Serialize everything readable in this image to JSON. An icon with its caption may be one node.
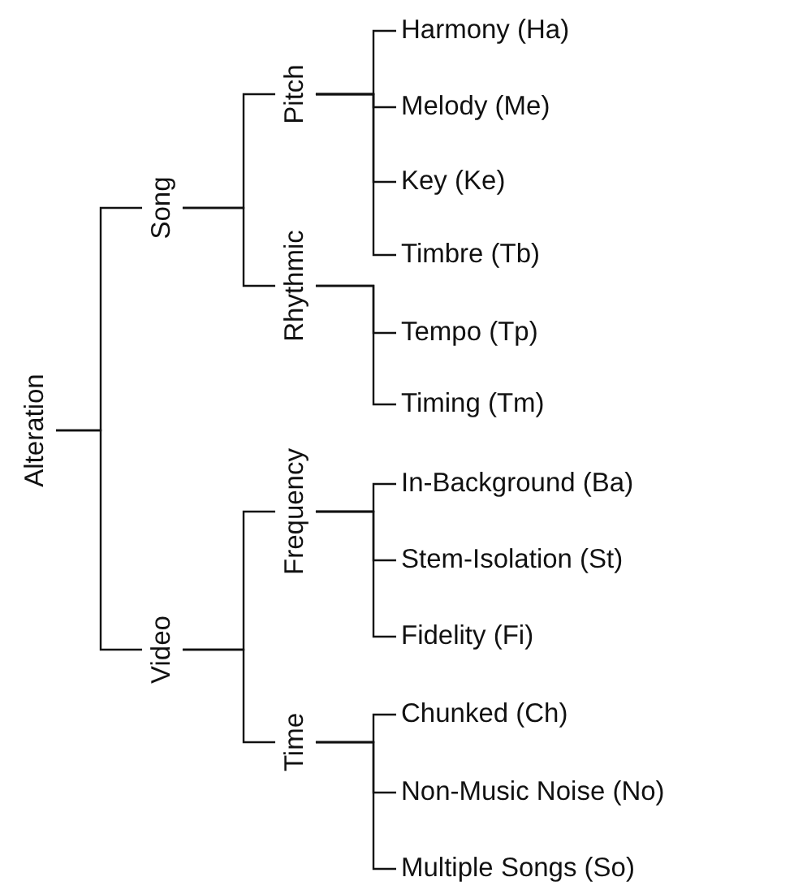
{
  "diagram": {
    "nodes": [
      {
        "text": [
          "Alteration"
        ]
      },
      {
        "text": [
          "Song"
        ]
      },
      {
        "text": [
          "Pitch"
        ]
      },
      {
        "text": [
          "Harmony (Ha)"
        ]
      },
      {
        "text": [
          "Melody (Me)"
        ]
      },
      {
        "text": [
          "Key (Ke)"
        ]
      },
      {
        "text": [
          "Timbre (Tb)"
        ]
      },
      {
        "text": [
          "Rhythmic"
        ]
      },
      {
        "text": [
          "Tempo (Tp)"
        ]
      },
      {
        "text": [
          "Timing (Tm)"
        ]
      },
      {
        "text": [
          "Video"
        ]
      },
      {
        "text": [
          "Frequency"
        ]
      },
      {
        "text": [
          "In-Background (Ba)"
        ]
      },
      {
        "text": [
          "Stem-Isolation (St)"
        ]
      },
      {
        "text": [
          "Fidelity (Fi)"
        ]
      },
      {
        "text": [
          "Time"
        ]
      },
      {
        "text": [
          "Chunked (Ch)"
        ]
      },
      {
        "text": [
          "Non-Music Noise (No)"
        ]
      },
      {
        "text": [
          "Multiple Songs (So)"
        ]
      }
    ],
    "edges": [
      {
        "from": 0,
        "to": 1,
        "arrow": "none"
      },
      {
        "from": 0,
        "to": 10,
        "arrow": "none"
      },
      {
        "from": 1,
        "to": 2,
        "arrow": "none"
      },
      {
        "from": 1,
        "to": 7,
        "arrow": "none"
      },
      {
        "from": 2,
        "to": 3,
        "arrow": "none"
      },
      {
        "from": 2,
        "to": 4,
        "arrow": "none"
      },
      {
        "from": 2,
        "to": 5,
        "arrow": "none"
      },
      {
        "from": 2,
        "to": 6,
        "arrow": "none"
      },
      {
        "from": 7,
        "to": 8,
        "arrow": "none"
      },
      {
        "from": 7,
        "to": 9,
        "arrow": "none"
      },
      {
        "from": 10,
        "to": 11,
        "arrow": "none"
      },
      {
        "from": 10,
        "to": 15,
        "arrow": "none"
      },
      {
        "from": 11,
        "to": 12,
        "arrow": "none"
      },
      {
        "from": 11,
        "to": 13,
        "arrow": "none"
      },
      {
        "from": 11,
        "to": 14,
        "arrow": "none"
      },
      {
        "from": 15,
        "to": 16,
        "arrow": "none"
      },
      {
        "from": 15,
        "to": 17,
        "arrow": "none"
      },
      {
        "from": 15,
        "to": 18,
        "arrow": "none"
      }
    ]
  }
}
